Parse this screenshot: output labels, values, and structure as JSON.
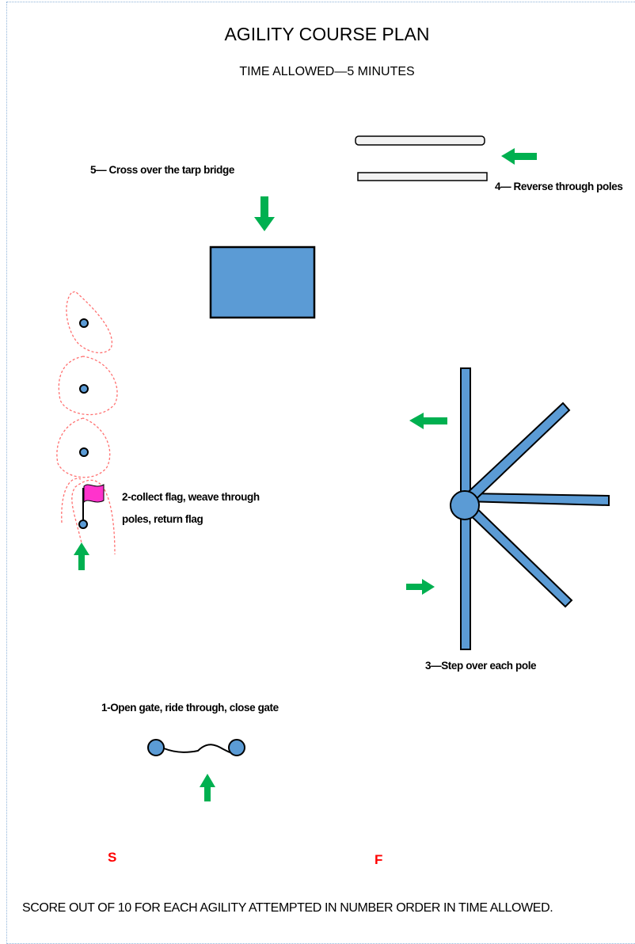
{
  "title": "AGILITY COURSE PLAN",
  "subtitle": "TIME ALLOWED—5 MINUTES",
  "stations": {
    "gate": "1-Open gate, ride through, close gate",
    "weave": "2-collect flag, weave through poles, return flag",
    "step_over": "3—Step over each pole",
    "reverse": "4— Reverse through poles",
    "bridge": "5— Cross over the tarp bridge"
  },
  "markers": {
    "start": "S",
    "finish": "F"
  },
  "footer": "SCORE OUT OF 10 FOR EACH AGILITY ATTEMPTED IN NUMBER ORDER IN TIME ALLOWED.",
  "colors": {
    "pole_fill": "#5b9bd5",
    "outline": "#000000",
    "arrow": "#00b050",
    "flag": "#ff33cc",
    "path": "#ff7070",
    "marker_text": "#ff0000",
    "reverse_pole_fill": "#f2f2f2"
  },
  "icons": [
    "arrow-icon",
    "flag-icon",
    "gate-post-icon",
    "pole-icon",
    "tarp-bridge-icon"
  ]
}
